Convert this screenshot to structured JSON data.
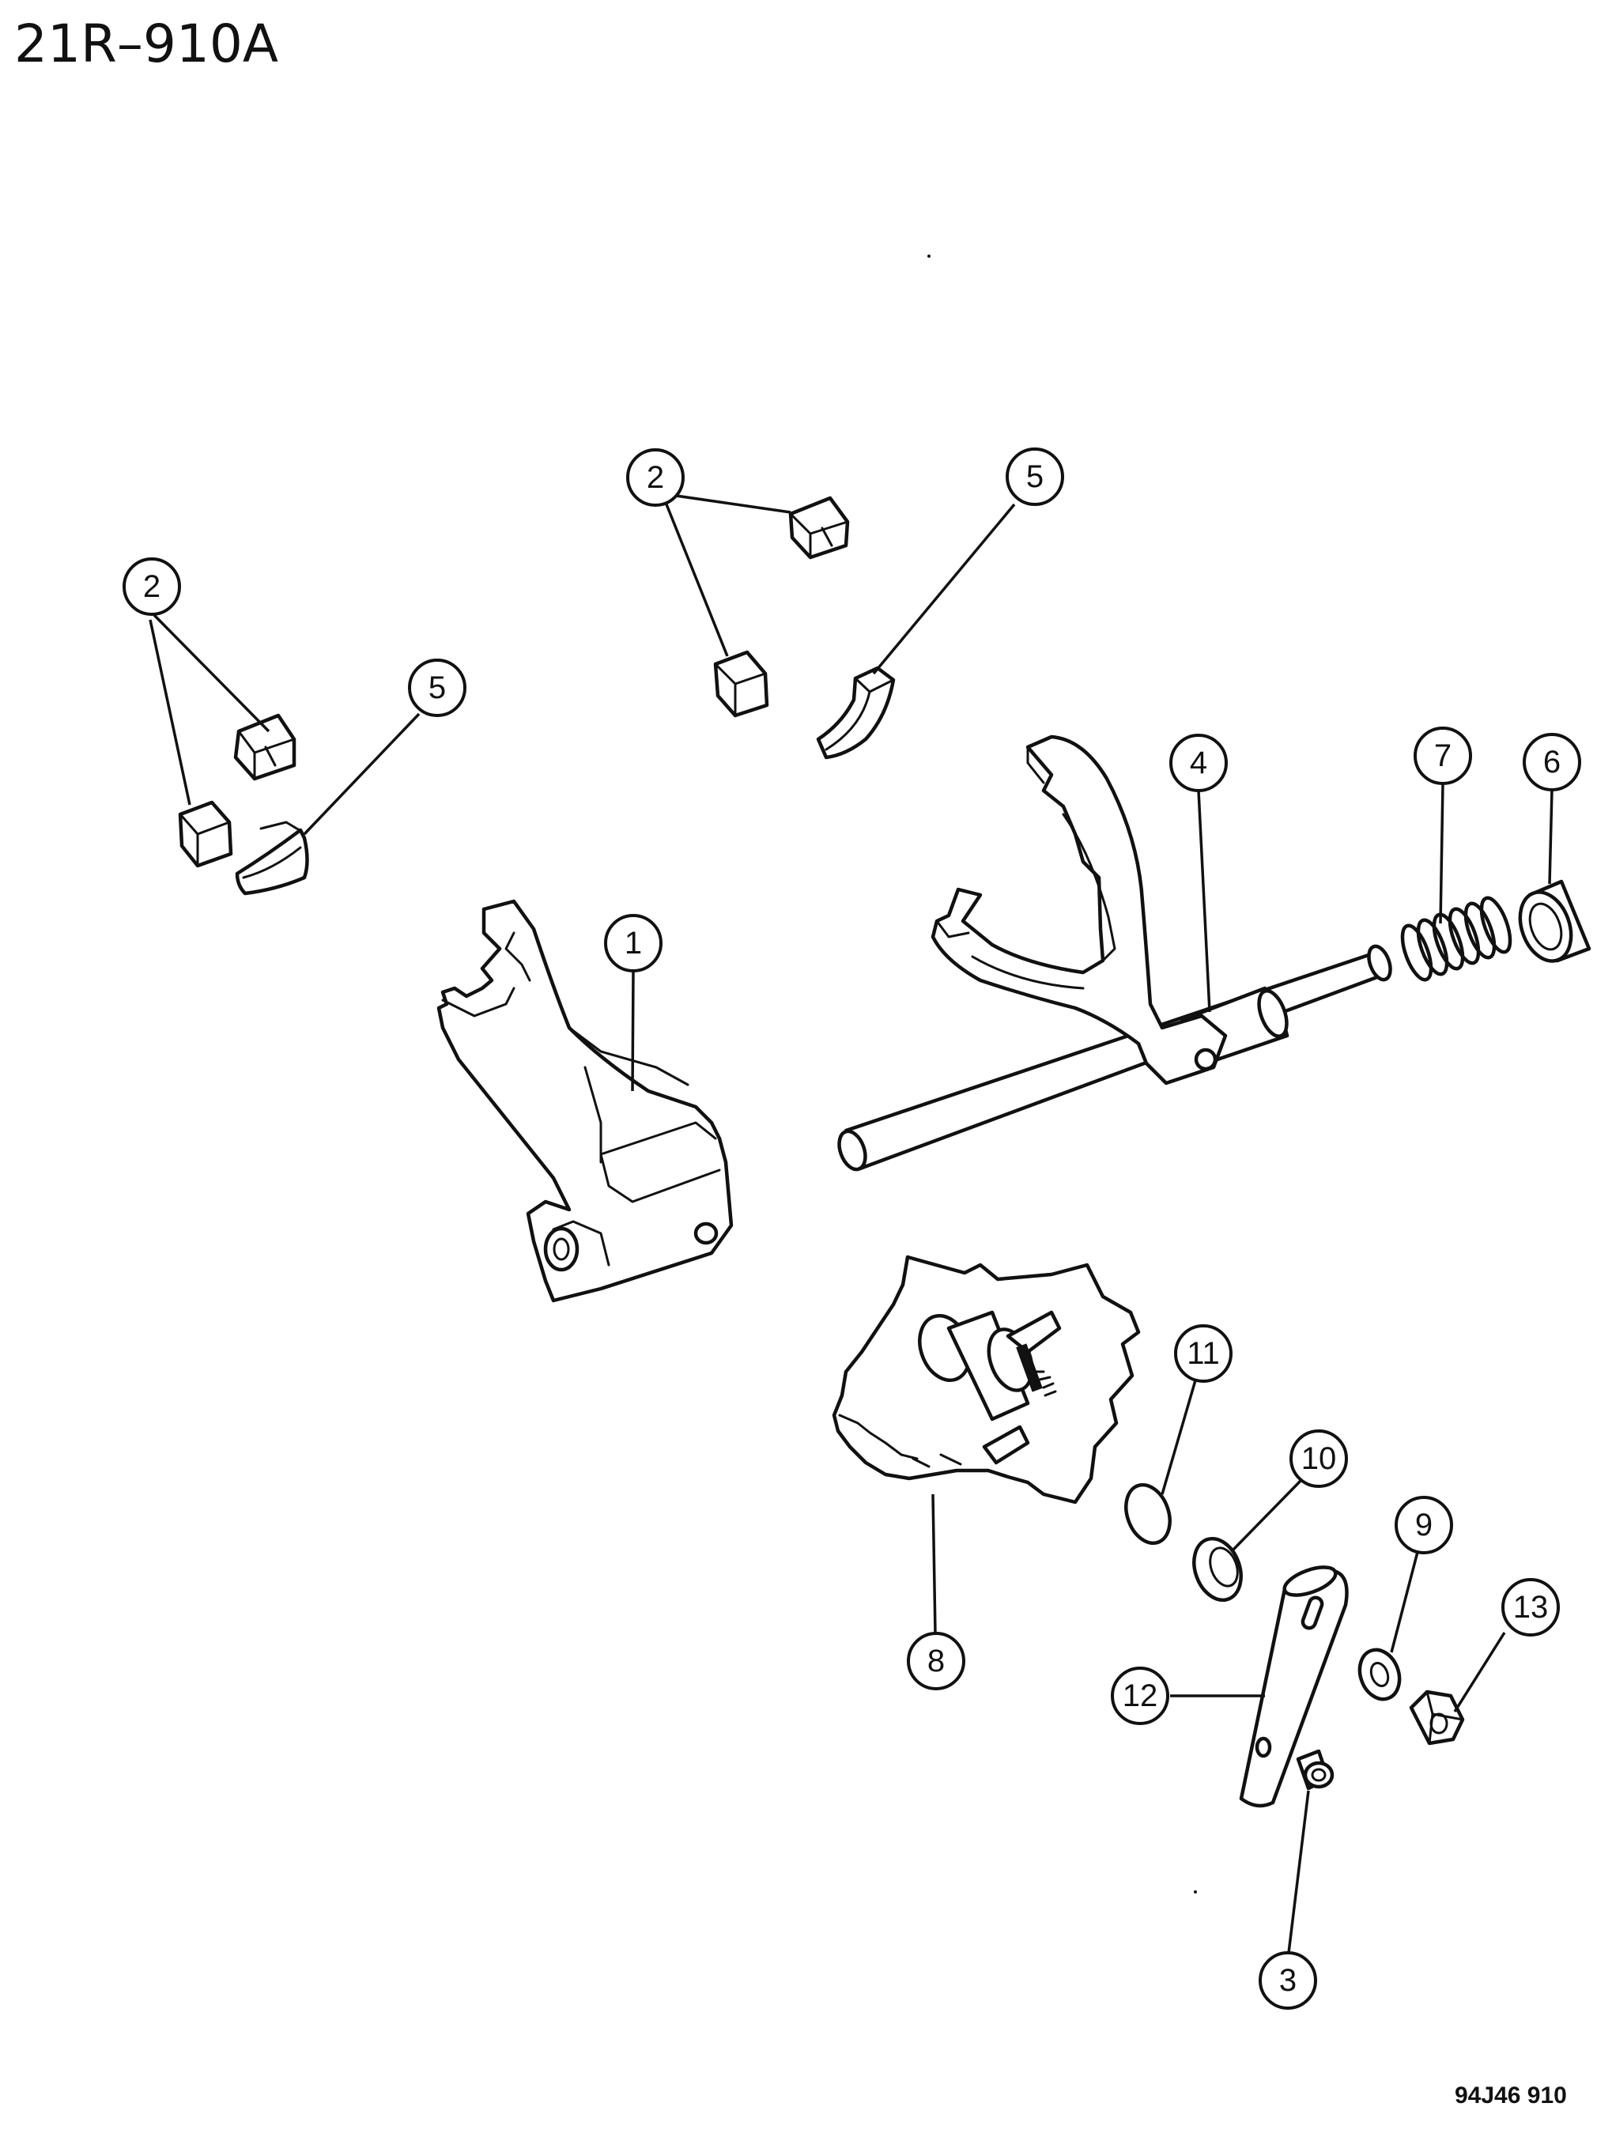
{
  "diagram": {
    "title": "21R–910A",
    "figure_code": "94J46  910"
  },
  "callouts": {
    "c1": "1",
    "c2a": "2",
    "c2b": "2",
    "c3": "3",
    "c4": "4",
    "c5a": "5",
    "c5b": "5",
    "c6": "6",
    "c7": "7",
    "c8": "8",
    "c9": "9",
    "c10": "10",
    "c11": "11",
    "c12": "12",
    "c13": "13"
  }
}
